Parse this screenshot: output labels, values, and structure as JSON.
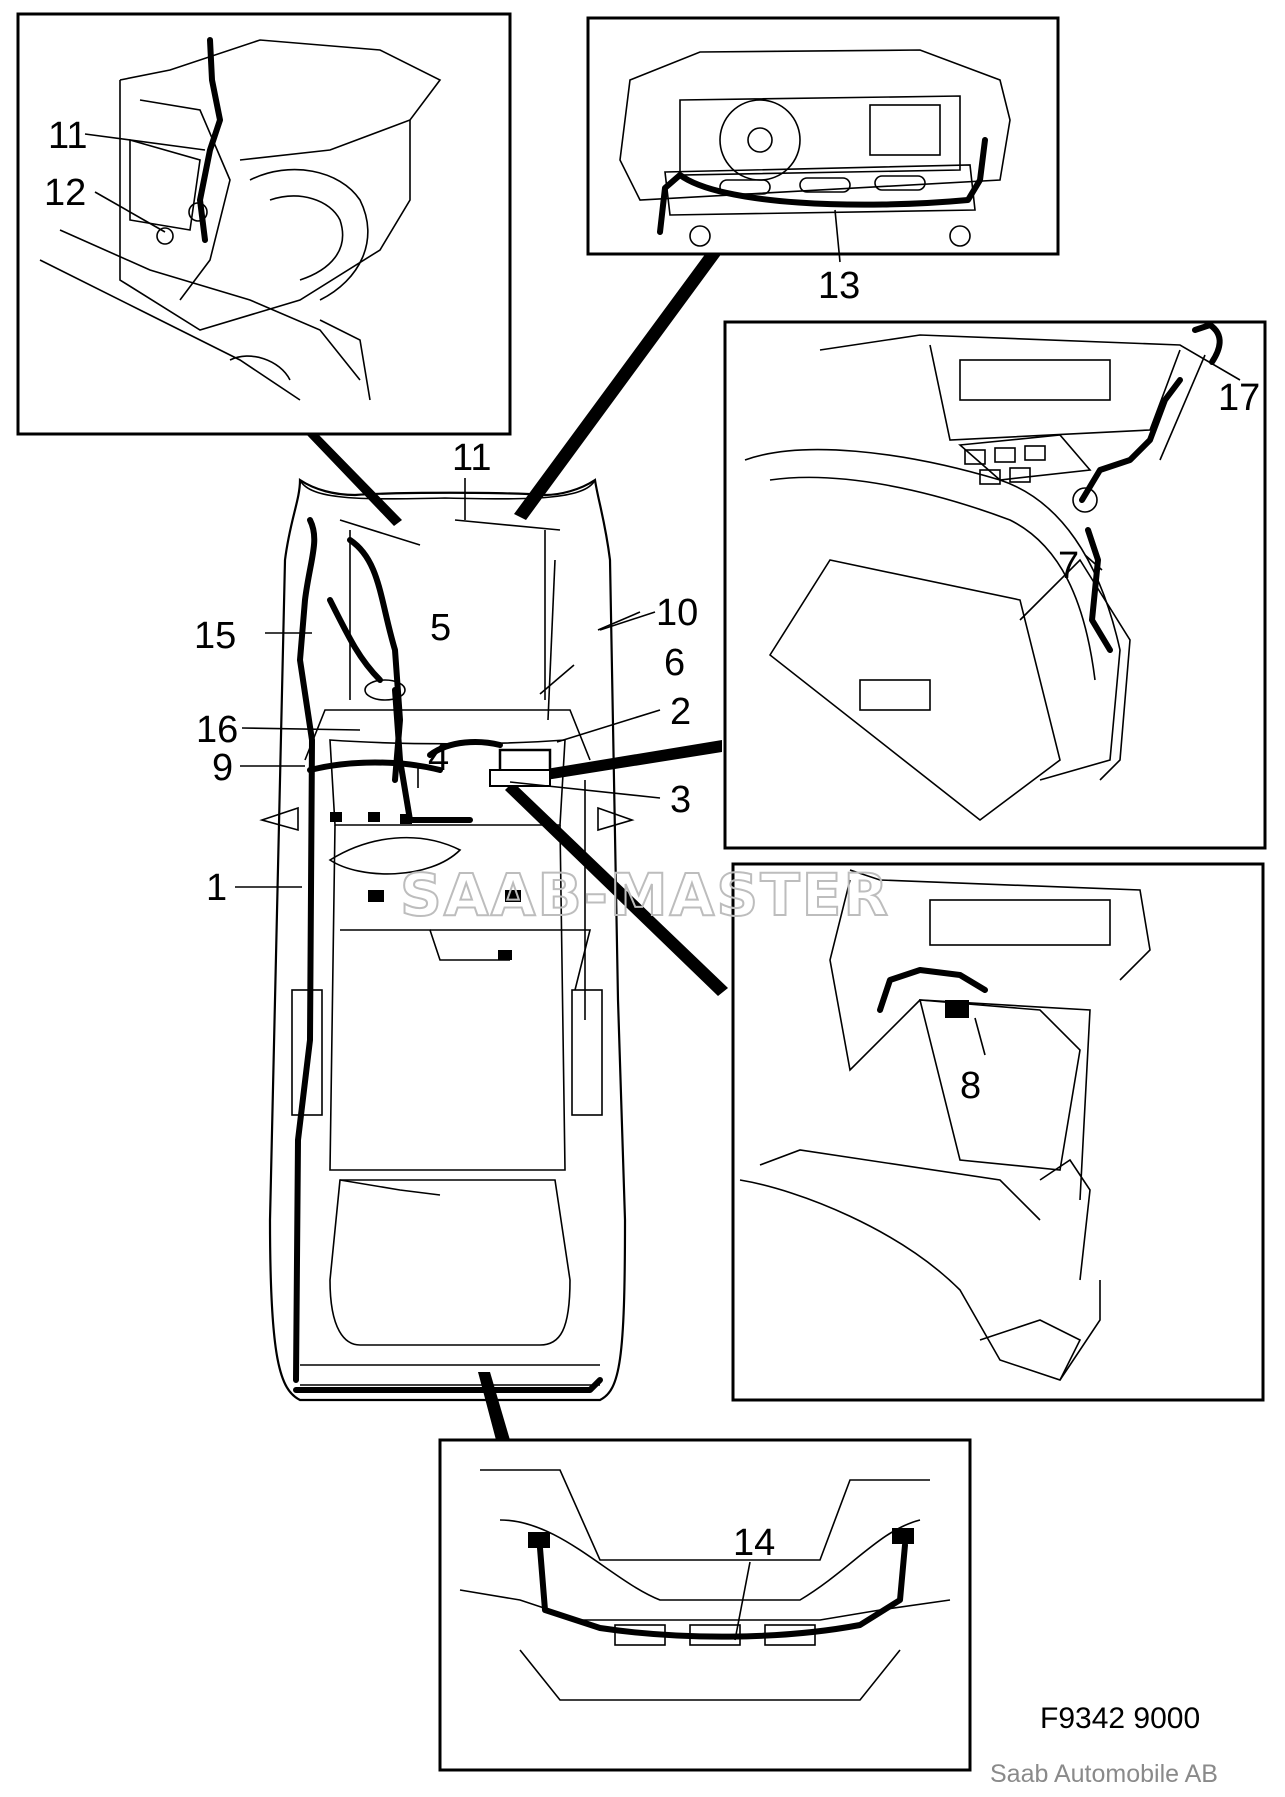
{
  "callouts": {
    "c1": "1",
    "c2": "2",
    "c3": "3",
    "c4": "4",
    "c5": "5",
    "c6": "6",
    "c7": "7",
    "c8": "8",
    "c9": "9",
    "c10": "10",
    "c11a": "11",
    "c11b": "11",
    "c12": "12",
    "c13": "13",
    "c14": "14",
    "c15": "15",
    "c16": "16",
    "c17": "17"
  },
  "figure_code": "F9342 9000",
  "copyright": "Saab Automobile AB",
  "watermark": "SAAB-MASTER"
}
